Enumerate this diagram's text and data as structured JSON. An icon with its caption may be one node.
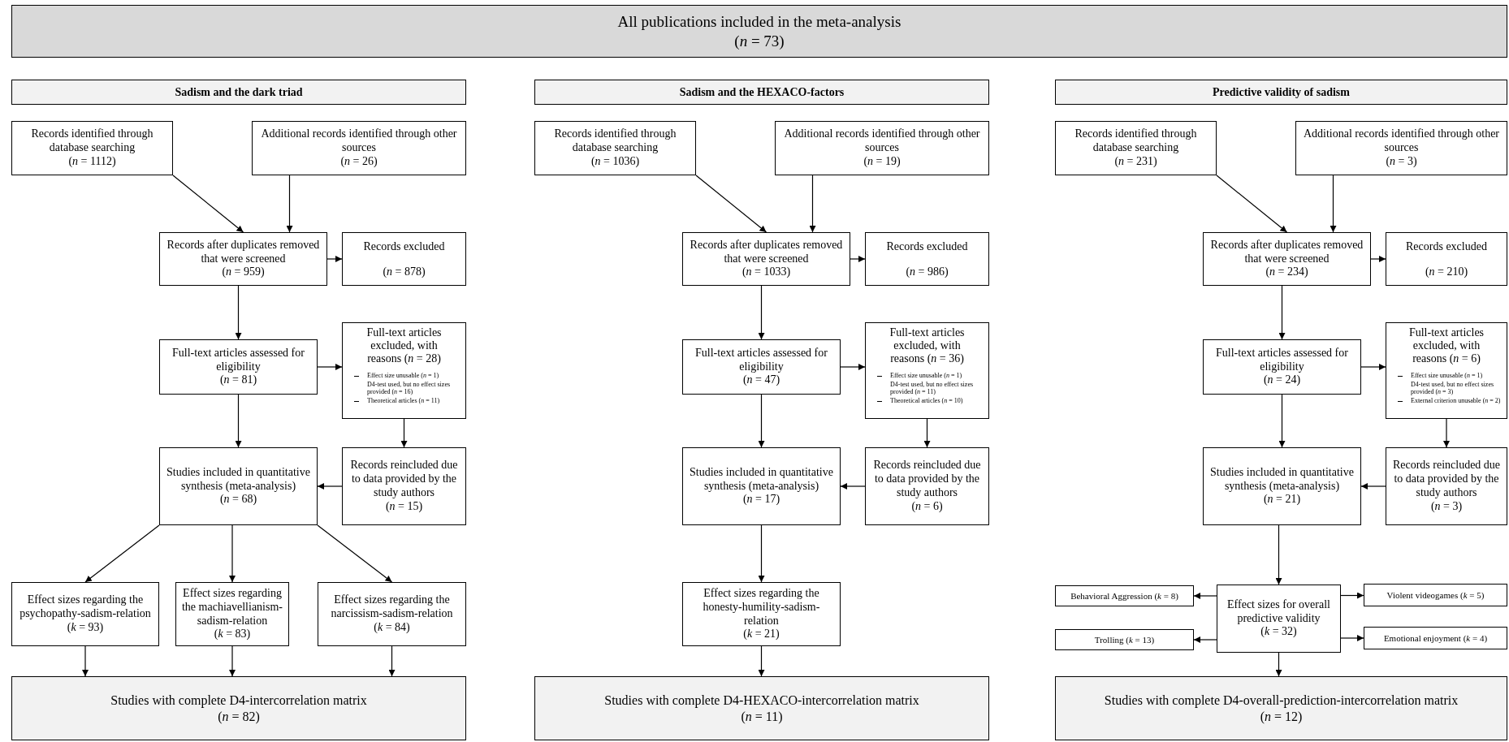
{
  "diagram": {
    "nodes": [
      {
        "text": [
          "All publications included in the meta-analysis",
          "(*n* = 73)"
        ]
      },
      {
        "text": [
          "Sadism and the dark triad"
        ]
      },
      {
        "text": [
          "Records identified through database searching",
          "(*n* = 1112)"
        ]
      },
      {
        "text": [
          "Additional records identified through other sources",
          "(*n* = 26)"
        ]
      },
      {
        "text": [
          "Records after duplicates removed that were screened",
          "(*n* = 959)"
        ]
      },
      {
        "text": [
          "Records excluded",
          "(*n* = 878)"
        ]
      },
      {
        "text": [
          "Full-text articles assessed for eligibility",
          "(*n* = 81)"
        ]
      },
      {
        "text": [
          "Full-text articles excluded, with reasons (*n* = 28)",
          "Effect size unusable (*n* = 1)",
          "D4-test used, but no effect sizes provided (*n* = 16)",
          "Theoretical articles (*n* = 11)"
        ]
      },
      {
        "text": [
          "Studies included in quantitative synthesis (meta-analysis)",
          "(*n* = 68)"
        ]
      },
      {
        "text": [
          "Records reincluded due to data provided by the study authors",
          "(*n* = 15)"
        ]
      },
      {
        "text": [
          "Effect sizes regarding the psychopathy-sadism-relation",
          "(*k* = 93)"
        ]
      },
      {
        "text": [
          "Effect sizes regarding the machiavellianism-sadism-relation",
          "(*k* = 83)"
        ]
      },
      {
        "text": [
          "Effect sizes regarding the narcissism-sadism-relation",
          "(*k* = 84)"
        ]
      },
      {
        "text": [
          "Studies with complete D4-intercorrelation matrix",
          "(*n* = 82)"
        ]
      },
      {
        "text": [
          "Sadism and the HEXACO-factors"
        ]
      },
      {
        "text": [
          "Records identified through database searching",
          "(*n* = 1036)"
        ]
      },
      {
        "text": [
          "Additional records identified through other sources",
          "(*n* = 19)"
        ]
      },
      {
        "text": [
          "Records after duplicates removed that were screened",
          "(*n* = 1033)"
        ]
      },
      {
        "text": [
          "Records excluded",
          "(*n* = 986)"
        ]
      },
      {
        "text": [
          "Full-text articles assessed for eligibility",
          "(*n* = 47)"
        ]
      },
      {
        "text": [
          "Full-text articles excluded, with reasons (*n* = 36)",
          "Effect size unusable (*n* = 1)",
          "D4-test used, but no effect sizes provided (*n* = 11)",
          "Theoretical articles (*n* = 10)"
        ]
      },
      {
        "text": [
          "Studies included in quantitative synthesis (meta-analysis)",
          "(*n* = 17)"
        ]
      },
      {
        "text": [
          "Records reincluded due to data provided by the study authors",
          "(*n* = 6)"
        ]
      },
      {
        "text": [
          "Effect sizes regarding the honesty-humility-sadism-relation",
          "(*k* = 21)"
        ]
      },
      {
        "text": [
          "Studies with complete D4-HEXACO-intercorrelation matrix",
          "(*n* = 11)"
        ]
      },
      {
        "text": [
          "Predictive validity of sadism"
        ]
      },
      {
        "text": [
          "Records identified through database searching",
          "(*n* = 231)"
        ]
      },
      {
        "text": [
          "Additional records identified through other sources",
          "(*n* = 3)"
        ]
      },
      {
        "text": [
          "Records after duplicates removed that were screened",
          "(*n* = 234)"
        ]
      },
      {
        "text": [
          "Records excluded",
          "(*n* = 210)"
        ]
      },
      {
        "text": [
          "Full-text articles assessed for eligibility",
          "(*n* = 24)"
        ]
      },
      {
        "text": [
          "Full-text articles excluded, with reasons (*n* = 6)",
          "Effect size unusable (*n* = 1)",
          "D4-test used, but no effect sizes provided (*n* = 3)",
          "External criterion unusable (*n* = 2)"
        ]
      },
      {
        "text": [
          "Studies included in quantitative synthesis (meta-analysis)",
          "(*n* = 21)"
        ]
      },
      {
        "text": [
          "Records reincluded due to data provided by the study authors",
          "(*n* = 3)"
        ]
      },
      {
        "text": [
          "Behavioral Aggression (*k* = 8)"
        ]
      },
      {
        "text": [
          "Effect sizes for overall predictive validity",
          "(*k* = 32)"
        ]
      },
      {
        "text": [
          "Violent videogames (*k* = 5)"
        ]
      },
      {
        "text": [
          "Trolling (*k* = 13)"
        ]
      },
      {
        "text": [
          "Emotional enjoyment (*k* = 4)"
        ]
      },
      {
        "text": [
          "Studies with complete D4-overall-prediction-intercorrelation matrix",
          "(*n* = 12)"
        ]
      }
    ],
    "edges": [
      {
        "from": 2,
        "to": 4,
        "arrow": "to"
      },
      {
        "from": 3,
        "to": 4,
        "arrow": "to"
      },
      {
        "from": 4,
        "to": 5,
        "arrow": "to"
      },
      {
        "from": 4,
        "to": 6,
        "arrow": "to"
      },
      {
        "from": 6,
        "to": 7,
        "arrow": "to"
      },
      {
        "from": 7,
        "to": 9,
        "arrow": "to"
      },
      {
        "from": 9,
        "to": 8,
        "arrow": "to"
      },
      {
        "from": 6,
        "to": 8,
        "arrow": "to"
      },
      {
        "from": 8,
        "to": 10,
        "arrow": "to"
      },
      {
        "from": 8,
        "to": 11,
        "arrow": "to"
      },
      {
        "from": 8,
        "to": 12,
        "arrow": "to"
      },
      {
        "from": 10,
        "to": 13,
        "arrow": "to"
      },
      {
        "from": 11,
        "to": 13,
        "arrow": "to"
      },
      {
        "from": 12,
        "to": 13,
        "arrow": "to"
      },
      {
        "from": 15,
        "to": 17,
        "arrow": "to"
      },
      {
        "from": 16,
        "to": 17,
        "arrow": "to"
      },
      {
        "from": 17,
        "to": 18,
        "arrow": "to"
      },
      {
        "from": 17,
        "to": 19,
        "arrow": "to"
      },
      {
        "from": 19,
        "to": 20,
        "arrow": "to"
      },
      {
        "from": 20,
        "to": 22,
        "arrow": "to"
      },
      {
        "from": 22,
        "to": 21,
        "arrow": "to"
      },
      {
        "from": 19,
        "to": 21,
        "arrow": "to"
      },
      {
        "from": 21,
        "to": 23,
        "arrow": "to"
      },
      {
        "from": 23,
        "to": 24,
        "arrow": "to"
      },
      {
        "from": 26,
        "to": 28,
        "arrow": "to"
      },
      {
        "from": 27,
        "to": 28,
        "arrow": "to"
      },
      {
        "from": 28,
        "to": 29,
        "arrow": "to"
      },
      {
        "from": 28,
        "to": 30,
        "arrow": "to"
      },
      {
        "from": 30,
        "to": 31,
        "arrow": "to"
      },
      {
        "from": 31,
        "to": 33,
        "arrow": "to"
      },
      {
        "from": 33,
        "to": 32,
        "arrow": "to"
      },
      {
        "from": 30,
        "to": 32,
        "arrow": "to"
      },
      {
        "from": 32,
        "to": 35,
        "arrow": "to"
      },
      {
        "from": 35,
        "to": 34,
        "arrow": "to"
      },
      {
        "from": 35,
        "to": 36,
        "arrow": "to"
      },
      {
        "from": 35,
        "to": 37,
        "arrow": "to"
      },
      {
        "from": 35,
        "to": 38,
        "arrow": "to"
      },
      {
        "from": 35,
        "to": 39,
        "arrow": "to"
      }
    ]
  }
}
